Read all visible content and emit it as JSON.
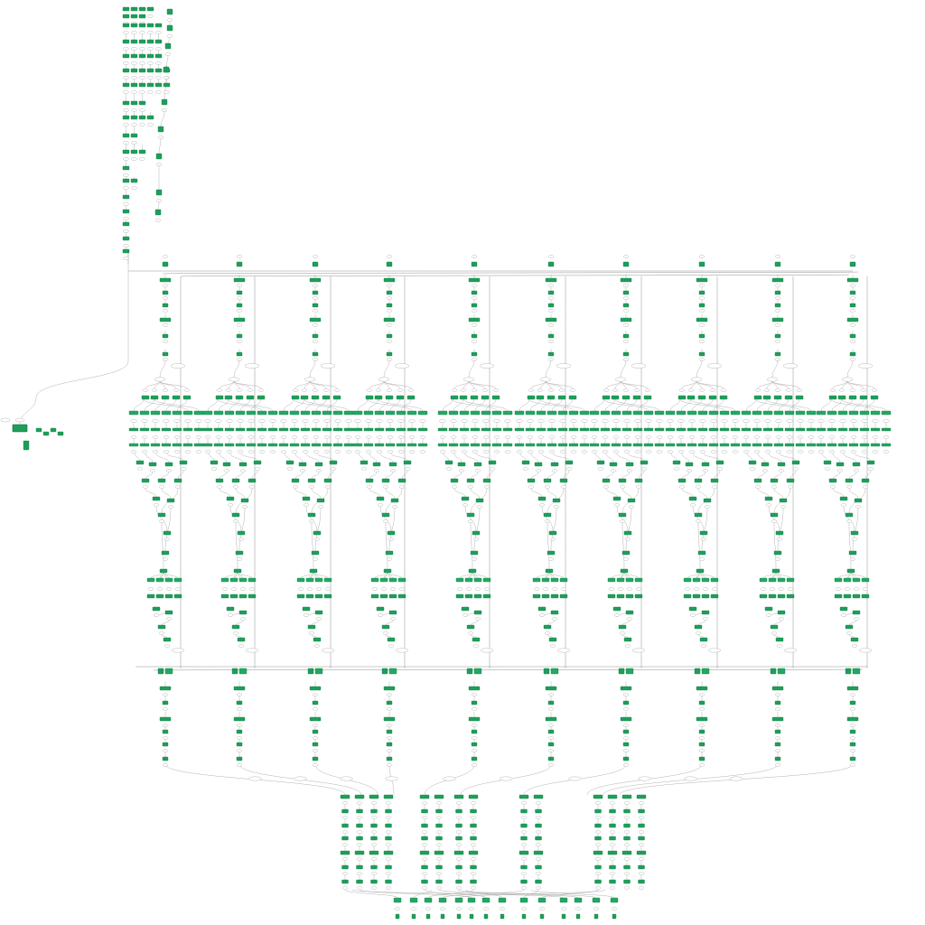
{
  "diagram": {
    "kind": "computation-graph",
    "node_styles": {
      "operator": {
        "fill": "#1e9e5a",
        "stroke": "#17804a"
      },
      "tensor": {
        "fill": "#ffffff",
        "stroke": "#b9b9b9"
      },
      "edge": {
        "stroke": "#9a9a9a"
      }
    },
    "columns": [
      {
        "id": "col-0"
      },
      {
        "id": "col-1"
      },
      {
        "id": "col-2"
      },
      {
        "id": "col-3"
      },
      {
        "id": "col-4"
      },
      {
        "id": "col-5"
      },
      {
        "id": "col-6"
      },
      {
        "id": "col-7"
      },
      {
        "id": "col-8"
      },
      {
        "id": "col-9"
      },
      {
        "id": "col-10"
      }
    ]
  }
}
